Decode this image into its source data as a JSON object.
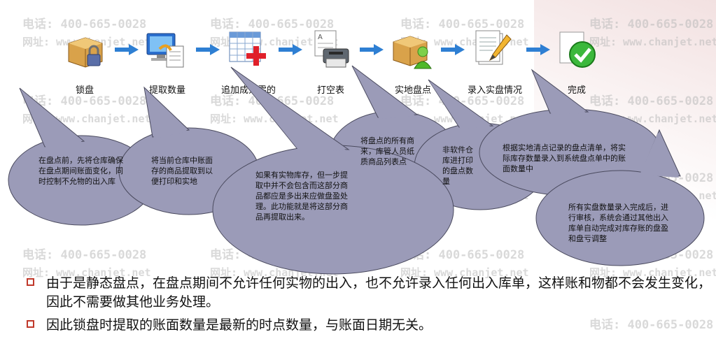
{
  "watermark": {
    "phone": "电话: 400-665-0028",
    "site": "网址: www.chanjet.net"
  },
  "steps": [
    {
      "label": "锁盘",
      "icon": "box-lock-icon"
    },
    {
      "label": "提取数量",
      "icon": "computer-document-icon"
    },
    {
      "label": "追加成为零的",
      "icon": "table-add-icon"
    },
    {
      "label": "打空表",
      "icon": "printer-icon"
    },
    {
      "label": "实地盘点",
      "icon": "box-user-icon"
    },
    {
      "label": "录入实盘情况",
      "icon": "document-pencil-icon"
    },
    {
      "label": "完成",
      "icon": "check-icon"
    }
  ],
  "bubbles": [
    {
      "text": "在盘点前，先将仓库确保在盘点期间账面变化，同时控制不允物的出入库"
    },
    {
      "text": "将当前仓库中账面存的商品提取到以便打印和实地"
    },
    {
      "text": "如果有实物库存，但一步提取中并不会包含而这部分商品都应是多出来应做盘盈处理。此功能就是将这部分商品再提取出来。"
    },
    {
      "text": "将盘点的所有商来，库管人员纸质商品列表点"
    },
    {
      "text": "非软件仓库进打印的盘点数量"
    },
    {
      "text": "根据实地清点记录的盘点清单，将实际库存数量录入到系统盘点单中的账面数量中"
    },
    {
      "text": "所有实盘数量录入完成后，进行审核，系统会通过其他出入库单自动完成对库存账的盘盈和盘亏调整"
    }
  ],
  "bullets": [
    "由于是静态盘点，在盘点期间不允许任何实物的出入，也不允许录入任何出入库单，这样账和物都不会发生变化，因此不需要做其他业务处理。",
    "因此锁盘时提取的账面数量是最新的时点数量，与账面日期无关。"
  ],
  "colors": {
    "bubble_fill": "#9b9bb8",
    "bubble_stroke": "#4a4a5e",
    "arrow": "#2e7fd3",
    "bullet_box": "#c0392b"
  }
}
